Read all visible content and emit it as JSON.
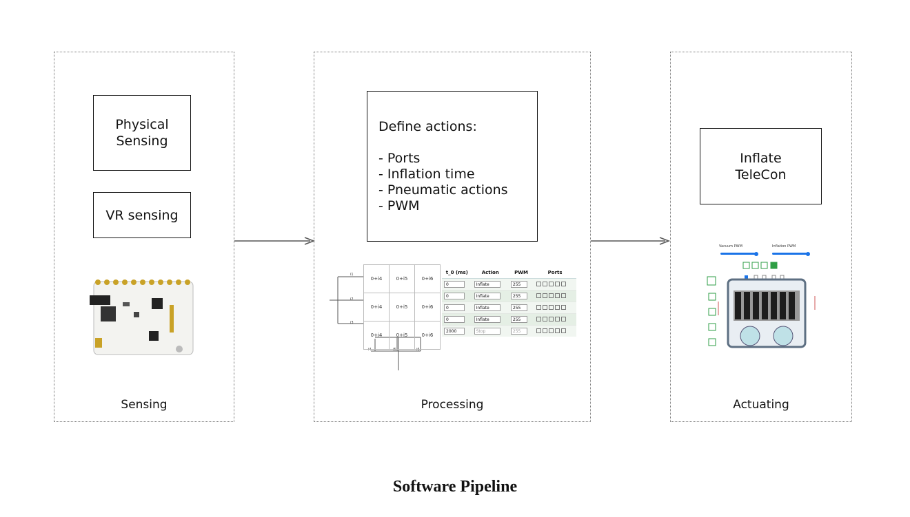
{
  "stages": [
    {
      "id": "sensing",
      "label": "Sensing"
    },
    {
      "id": "processing",
      "label": "Processing"
    },
    {
      "id": "actuating",
      "label": "Actuating"
    }
  ],
  "boxes": {
    "physical_sensing": "Physical\nSensing",
    "vr_sensing": "VR sensing",
    "define_actions": "Define actions:\n\n- Ports\n- Inflation time\n- Pneumatic actions\n- PWM",
    "inflate_telecon": "Inflate\nTeleCon"
  },
  "circuit_grid": {
    "cells": [
      [
        "0+i4",
        "0+i5",
        "0+i6"
      ],
      [
        "0+i4",
        "0+i5",
        "0+i6"
      ],
      [
        "0+i4",
        "0+i5",
        "0+i6"
      ]
    ],
    "row_inputs": [
      "i1",
      "i2",
      "i3"
    ],
    "col_inputs": [
      "i4",
      "i5",
      "i6"
    ]
  },
  "action_table": {
    "headers": [
      "t_0 (ms)",
      "Action",
      "PWM",
      "Ports"
    ],
    "rows": [
      {
        "time": "0",
        "action": "Inflate",
        "pwm": "255"
      },
      {
        "time": "0",
        "action": "Inflate",
        "pwm": "255"
      },
      {
        "time": "0",
        "action": "Inflate",
        "pwm": "255"
      },
      {
        "time": "0",
        "action": "Inflate",
        "pwm": "255"
      },
      {
        "time": "2000",
        "action": "Stop",
        "pwm": "255"
      }
    ]
  },
  "telecon_ui": {
    "vacuum_label": "Vacuum PWM",
    "inflation_label": "Inflation PWM",
    "vacuum_pwm": 1.0,
    "inflation_pwm": 1.0
  },
  "caption": "Software Pipeline",
  "colors": {
    "stage_border": "#777777",
    "box_border": "#111111",
    "slider": "#1a73e8",
    "accent_green": "#2e9e44"
  }
}
